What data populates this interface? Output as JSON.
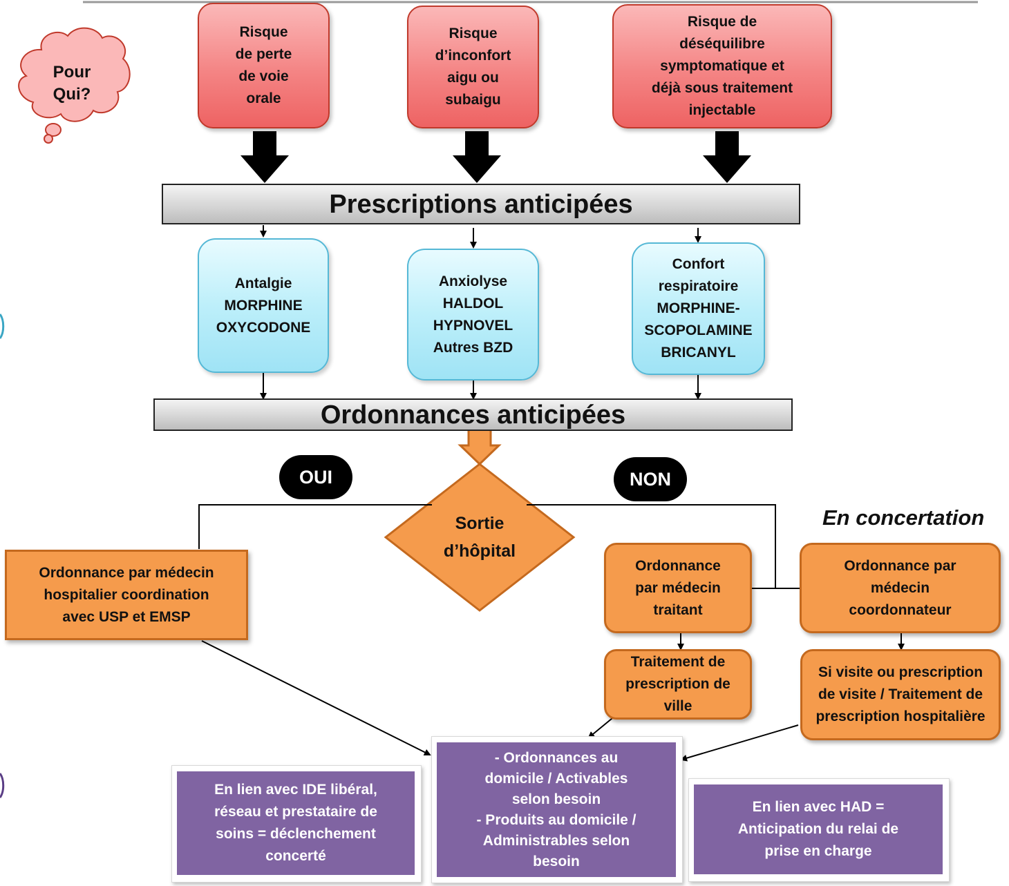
{
  "cloud": {
    "lines": [
      "Pour",
      "Qui?"
    ]
  },
  "risks": [
    {
      "lines": [
        "Risque",
        "de perte",
        "de voie",
        "orale"
      ]
    },
    {
      "lines": [
        "Risque",
        "d’inconfort",
        "aigu ou",
        "subaigu"
      ]
    },
    {
      "lines": [
        "Risque de",
        "déséquilibre",
        "symptomatique et",
        "déjà sous traitement",
        "injectable"
      ]
    }
  ],
  "prescriptions_title": "Prescriptions anticipées",
  "medications": [
    {
      "lines": [
        "Antalgie",
        "MORPHINE",
        "OXYCODONE"
      ]
    },
    {
      "lines": [
        "Anxiolyse",
        "HALDOL",
        "HYPNOVEL",
        "Autres BZD"
      ]
    },
    {
      "lines": [
        "Confort",
        "respiratoire",
        "MORPHINE-",
        "SCOPOLAMINE",
        "BRICANYL"
      ]
    }
  ],
  "ordonnances_title": "Ordonnances anticipées",
  "oui_label": "OUI",
  "non_label": "NON",
  "decision": {
    "lines": [
      "Sortie",
      "d’hôpital"
    ]
  },
  "concertation_label": "En concertation",
  "hospital_box": {
    "lines": [
      "Ordonnance par médecin",
      "hospitalier coordination",
      "avec USP et EMSP"
    ]
  },
  "treating_box": {
    "lines": [
      "Ordonnance",
      "par médecin",
      "traitant"
    ]
  },
  "coordinator_box": {
    "lines": [
      "Ordonnance par",
      "médecin",
      "coordonnateur"
    ]
  },
  "city_box": {
    "lines": [
      "Traitement de",
      "prescription de",
      "ville"
    ]
  },
  "visit_box": {
    "lines": [
      "Si visite ou prescription",
      "de visite / Traitement de",
      "prescription hospitalière"
    ]
  },
  "left_purple": {
    "lines": [
      "En lien avec IDE libéral,",
      "réseau et prestataire de",
      "soins = déclenchement",
      "concerté"
    ]
  },
  "center_purple": {
    "lines": [
      "- Ordonnances au",
      "domicile / Activables",
      "selon besoin",
      "- Produits au domicile /",
      "Administrables selon",
      "besoin"
    ]
  },
  "right_purple": {
    "lines": [
      "En lien avec HAD =",
      "Anticipation du relai de",
      "prise en charge"
    ]
  },
  "colors": {
    "risk": "#f48484",
    "medication": "#bdeffa",
    "orange": "#f59b4c",
    "purple": "#8064a2",
    "band": "#d6d6d6"
  }
}
